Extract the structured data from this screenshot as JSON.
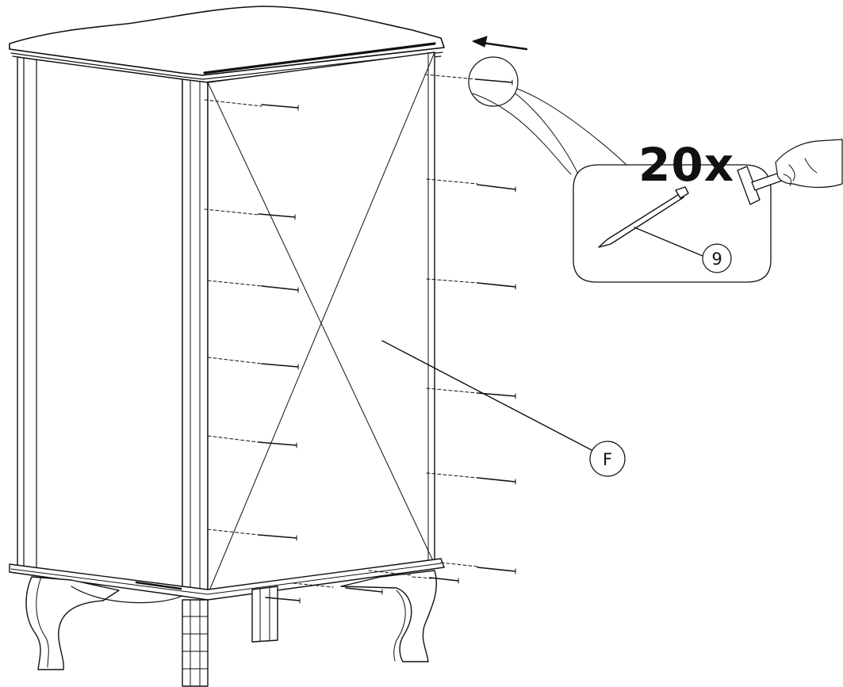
{
  "diagram": {
    "step_count_label": "20x",
    "part_label": "F",
    "hardware_label": "9"
  },
  "colors": {
    "line": "#111111",
    "fill": "#ffffff"
  },
  "icons": [
    "arrow-left-icon",
    "nail-icon",
    "hammer-icon",
    "hand-icon"
  ]
}
